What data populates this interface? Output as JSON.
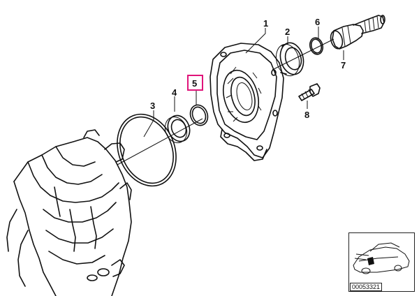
{
  "callouts": [
    {
      "id": "1",
      "label": "1"
    },
    {
      "id": "2",
      "label": "2"
    },
    {
      "id": "3",
      "label": "3"
    },
    {
      "id": "4",
      "label": "4"
    },
    {
      "id": "5",
      "label": "5",
      "highlighted": true
    },
    {
      "id": "6",
      "label": "6"
    },
    {
      "id": "7",
      "label": "7"
    },
    {
      "id": "8",
      "label": "8"
    }
  ],
  "reference_number": "00053321",
  "highlight_color": "#e0147a",
  "thumbnail": {
    "icon": "car-location-thumbnail-icon"
  }
}
